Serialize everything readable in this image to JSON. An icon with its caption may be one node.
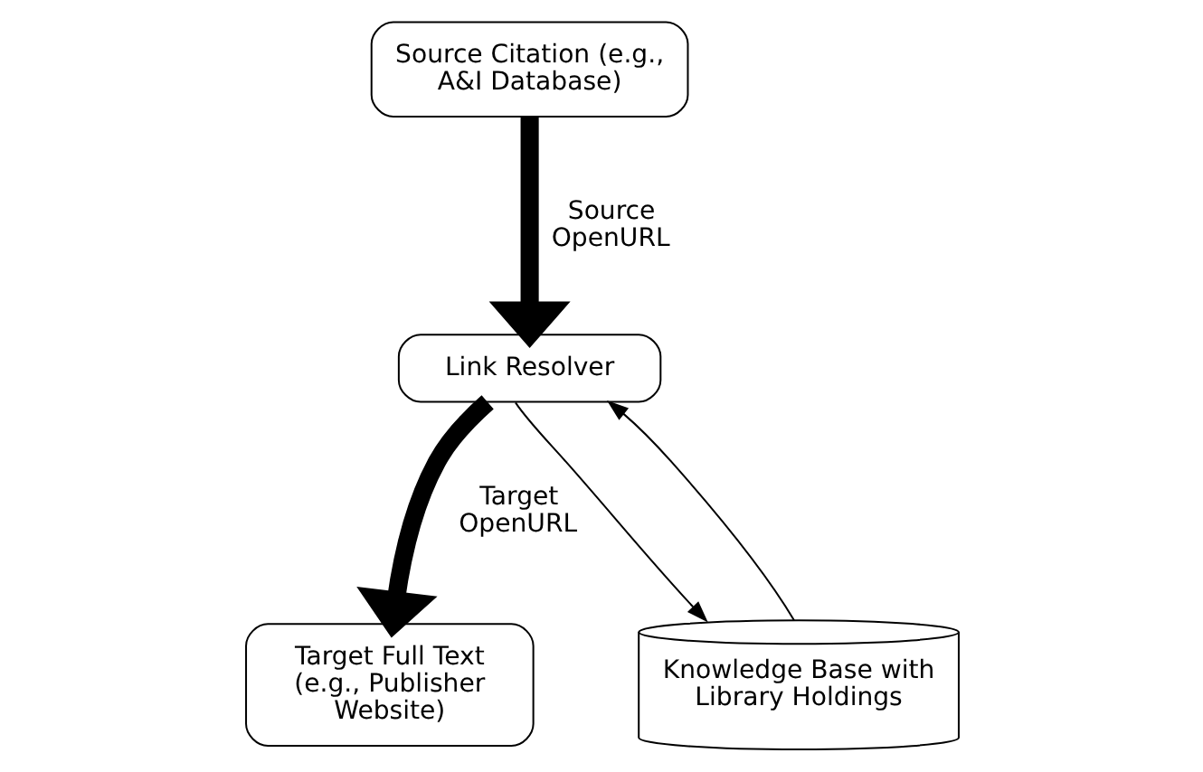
{
  "diagram": {
    "nodes": [
      {
        "text": [
          "Link Resolver"
        ]
      },
      {
        "text": [
          "Source Citation (e.g., A&I Database)"
        ]
      },
      {
        "text": [
          "Target Full Text (e.g., Publisher Website)"
        ]
      },
      {
        "text": [
          "Knowledge Base with Library Holdings"
        ]
      }
    ],
    "edges": [
      {
        "from": 1,
        "to": 0,
        "arrow": "to",
        "label": "Source OpenURL",
        "style": "thick"
      },
      {
        "from": 0,
        "to": 2,
        "arrow": "to",
        "label": "Target OpenURL",
        "style": "thick"
      },
      {
        "from": 0,
        "to": 3,
        "arrow": "to"
      },
      {
        "from": 3,
        "to": 0,
        "arrow": "to"
      }
    ]
  }
}
